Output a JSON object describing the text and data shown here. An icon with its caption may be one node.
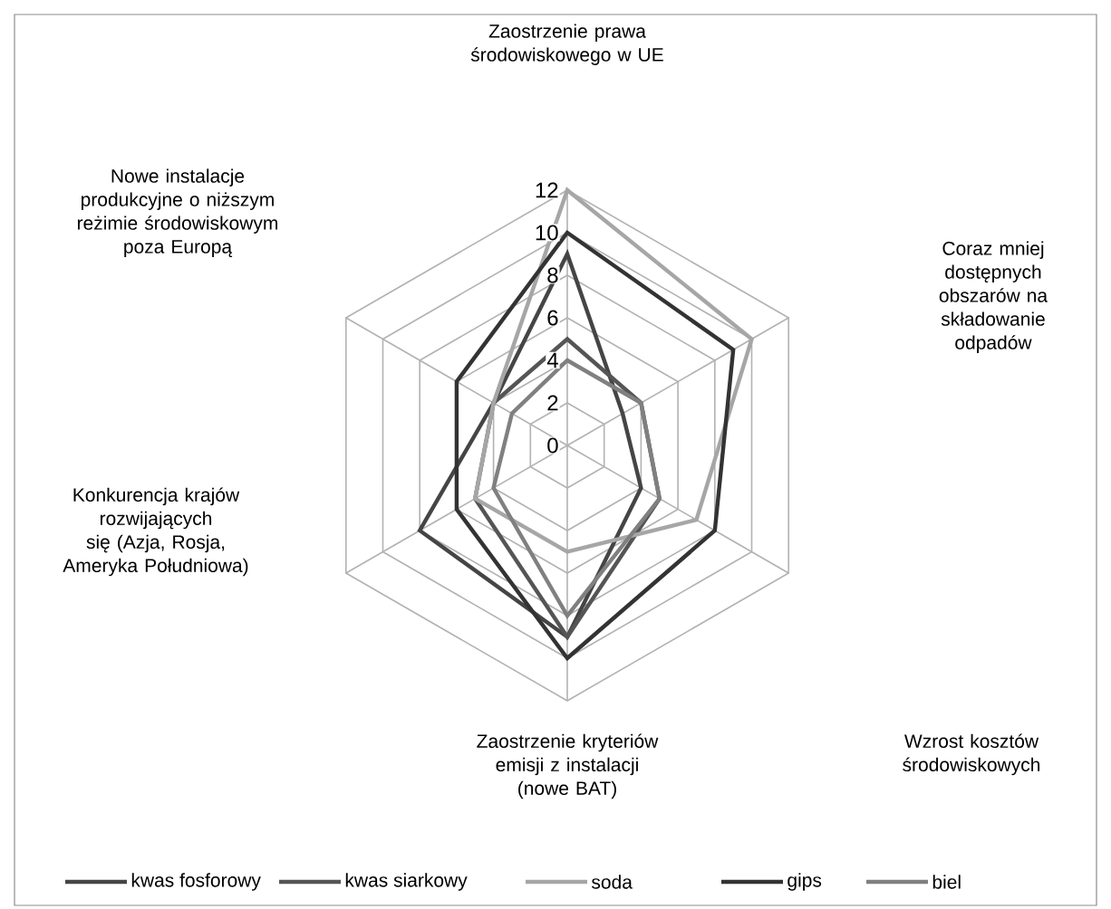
{
  "diagram": {
    "labels": [
      "Zaostrzenie prawa środowiskowego w UE",
      "Nowe instalacje produkcyjne o niższym reżimie środowiskowym poza Europą",
      "Coraz mniej dostępnych obszarów na składowanie odpadów",
      "12",
      "10",
      "8",
      "6",
      "4",
      "2",
      "0",
      "Konkurencja krajów rozwijających się (Azja, Rosja, Ameryka Południowa)",
      "Wzrost kosztów środowiskowych",
      "Zaostrzenie kryteriów emisji z instalacji (nowe BAT)"
    ],
    "legend": [
      {
        "text": "kwas fosforowy"
      },
      {
        "text": "kwas siarkowy"
      },
      {
        "text": "soda"
      },
      {
        "text": "gips"
      },
      {
        "text": "biel"
      }
    ]
  }
}
